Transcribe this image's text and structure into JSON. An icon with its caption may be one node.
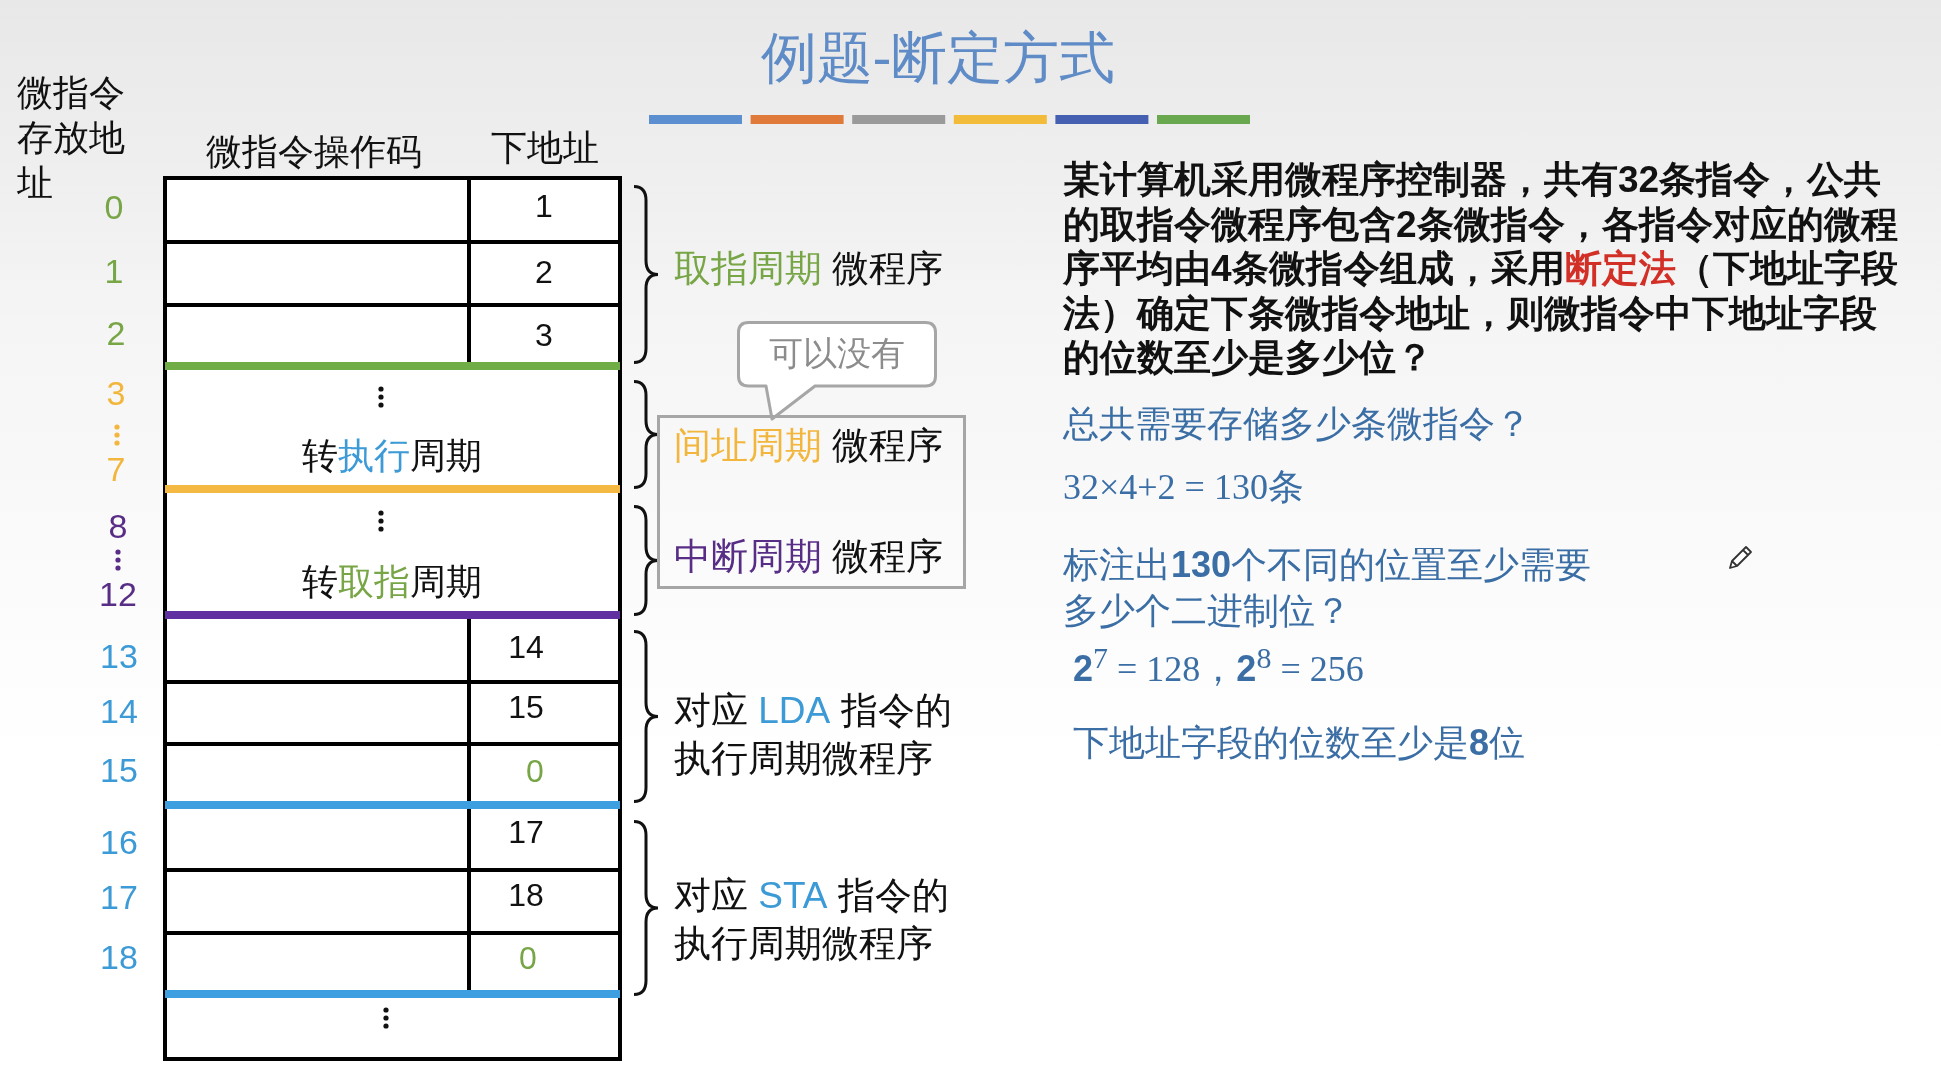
{
  "diagram": {
    "title": "例题-断定方式",
    "nodes": [
      {
        "text": [
          "可以没有"
        ]
      },
      {
        "text": [
          "**间址周期** 微程序",
          "**中断周期** 微程序"
        ]
      }
    ],
    "labels": [
      "微指令存放地址",
      "微指令操作码",
      "下地址",
      "0",
      "1",
      "1",
      "2",
      "2",
      "3",
      "3",
      "7",
      "转**执行**周期",
      "8",
      "12",
      "转**取指**周期",
      "13",
      "14",
      "14",
      "15",
      "15",
      "0",
      "16",
      "17",
      "17",
      "18",
      "18",
      "0",
      "**取指周期** 微程序",
      "对应 **LDA** 指令的执行周期微程序",
      "对应 **STA** 指令的执行周期微程序",
      "某计算机采用微程序控制器，共有32条指令，公共的取指令微程序包含2条微指令，各指令对应的微程序平均由4条微指令组成，采用**断定法**（下地址字段法）确定下条微指令地址，则微指令中下地址字段的位数至少是多少位？",
      "总共需要存储多少条微指令？",
      "32×4+2 = 130条",
      "标注出**130**个不同的位置至少需要多少个二进制位？",
      "**2**$^{7}$ = 128，**2**$^{8}$ = 256",
      "下地址字段的位数至少是**8**位"
    ]
  }
}
